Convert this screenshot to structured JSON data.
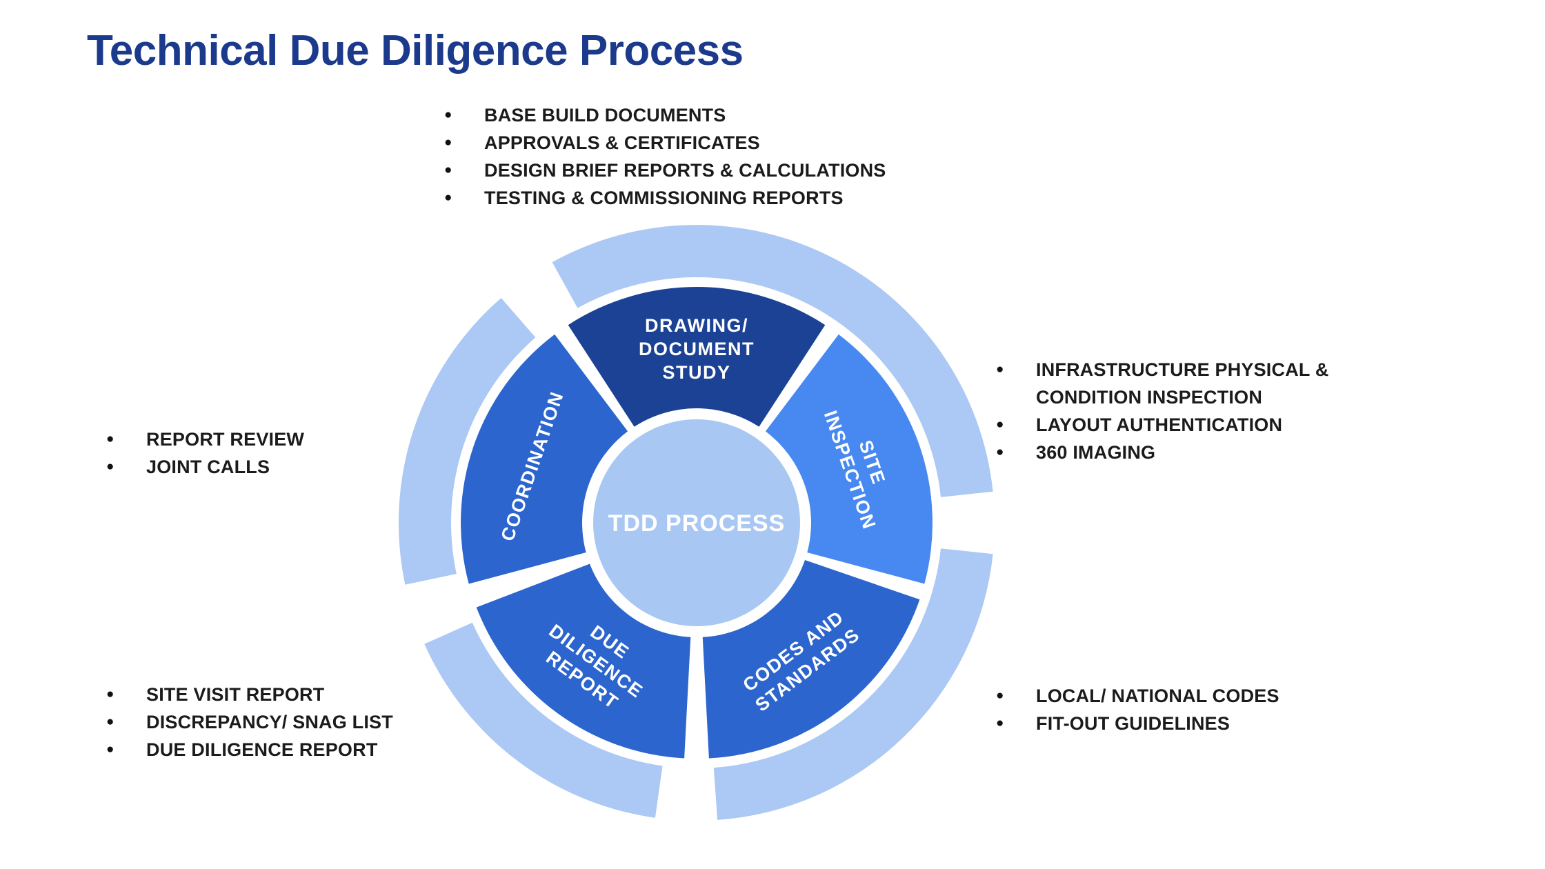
{
  "page": {
    "title": "Technical Due Diligence Process",
    "title_color": "#1b3a8c",
    "background": "#ffffff",
    "text_color": "#1b1b1b"
  },
  "wheel": {
    "center_label": "TDD PROCESS",
    "colors": {
      "outer_ring": "#abc9f4",
      "hub": "#a9c7f3",
      "dark_segment": "#1c4296",
      "medium_segment": "#2b65cd",
      "light_segment": "#4789f0",
      "label": "#ffffff"
    },
    "geometry": {
      "ring_outer_r": 432,
      "ring_inner_r": 356,
      "segment_outer_r": 342,
      "segment_inner_r": 166,
      "hub_r": 150
    },
    "ring_arcs": [
      {
        "start": -29,
        "end": 84
      },
      {
        "start": 96,
        "end": 176
      },
      {
        "start": 188,
        "end": 246
      },
      {
        "start": 258,
        "end": 319
      }
    ],
    "segments": [
      {
        "id": "drawing-document-study",
        "lines": [
          "DRAWING/",
          "DOCUMENT",
          "STUDY"
        ],
        "start": -33,
        "end": 33,
        "color": "#1c4296",
        "label_r": 252
      },
      {
        "id": "site-inspection",
        "lines": [
          "SITE",
          "INSPECTION"
        ],
        "start": 37,
        "end": 105,
        "color": "#4789f0",
        "label_r": 252
      },
      {
        "id": "codes-and-standards",
        "lines": [
          "CODES AND",
          "STANDARDS"
        ],
        "start": 109,
        "end": 177,
        "color": "#2b65cd",
        "label_r": 250
      },
      {
        "id": "due-diligence-report",
        "lines": [
          "DUE",
          "DILIGENCE",
          "REPORT"
        ],
        "start": 183,
        "end": 249,
        "color": "#2b65cd",
        "label_r": 248
      },
      {
        "id": "coordination",
        "lines": [
          "COORDINATION"
        ],
        "start": 255,
        "end": 323,
        "color": "#2b65cd",
        "label_r": 252
      }
    ]
  },
  "callouts": {
    "document_study": [
      "BASE BUILD DOCUMENTS",
      "APPROVALS & CERTIFICATES",
      "DESIGN BRIEF REPORTS & CALCULATIONS",
      "TESTING & COMMISSIONING REPORTS"
    ],
    "site_inspection": [
      "INFRASTRUCTURE PHYSICAL & CONDITION INSPECTION",
      "LAYOUT AUTHENTICATION",
      "360 IMAGING"
    ],
    "coordination": [
      "REPORT REVIEW",
      "JOINT CALLS"
    ],
    "due_diligence_report": [
      "SITE VISIT REPORT",
      "DISCREPANCY/ SNAG LIST",
      "DUE DILIGENCE REPORT"
    ],
    "codes_and_standards": [
      "LOCAL/ NATIONAL CODES",
      "FIT-OUT GUIDELINES"
    ]
  }
}
